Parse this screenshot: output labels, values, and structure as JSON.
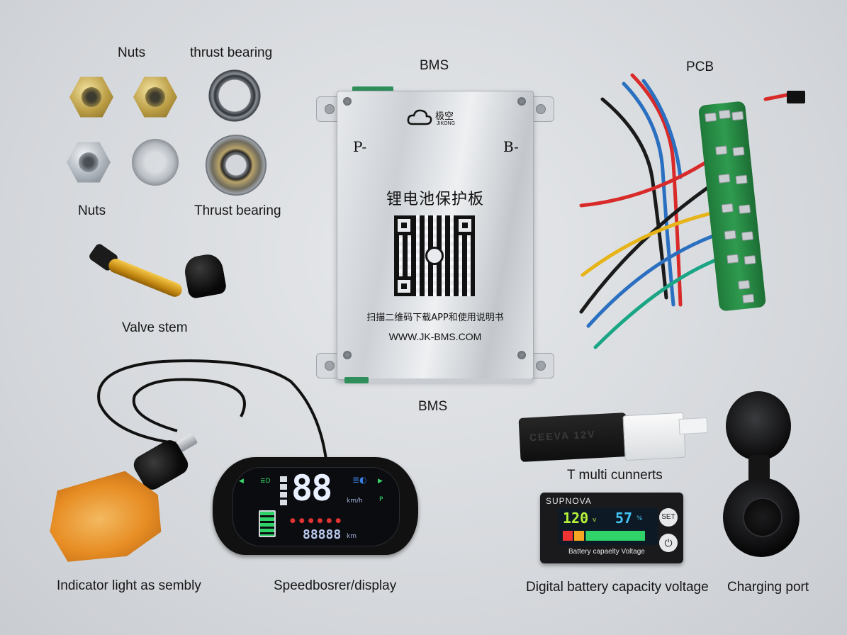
{
  "labels": {
    "nuts_top": "Nuts",
    "thrust_bearing_top": "thrust bearing",
    "nuts_bottom": "Nuts",
    "thrust_bearing_bottom": "Thrust bearing",
    "bms_top": "BMS",
    "bms_bottom": "BMS",
    "pcb": "PCB",
    "valve_stem": "Valve stem",
    "indicator": "Indicator light as sembly",
    "speedometer": "Speedbosrer/display",
    "connectors": "T multi cunnerts",
    "battery_meter": "Digital battery capacity voltage",
    "charging_port": "Charging port"
  },
  "bms": {
    "brand": "极空",
    "brand_sub": "JIKONG",
    "terminal_left": "P-",
    "terminal_right": "B-",
    "title": "锂电池保护板",
    "scan_text": "扫描二维码下载APP和使用说明书",
    "url": "WWW.JK-BMS.COM"
  },
  "speedo": {
    "speed": "88",
    "unit": "km/h",
    "odometer": "88888",
    "odo_unit": "km"
  },
  "connector": {
    "print": "CEEVA 12V"
  },
  "meter": {
    "brand": "SUPNOVA",
    "voltage": "120",
    "voltage_unit": "v",
    "percent": "57",
    "percent_unit": "%",
    "caption": "Battery capaelty Voltage",
    "set_label": "SET"
  },
  "colors": {
    "background": "#d6d9dd",
    "pcb_green": "#2f9b4f",
    "lamp_amber": "#e8891a",
    "brass": "#b99b43"
  }
}
